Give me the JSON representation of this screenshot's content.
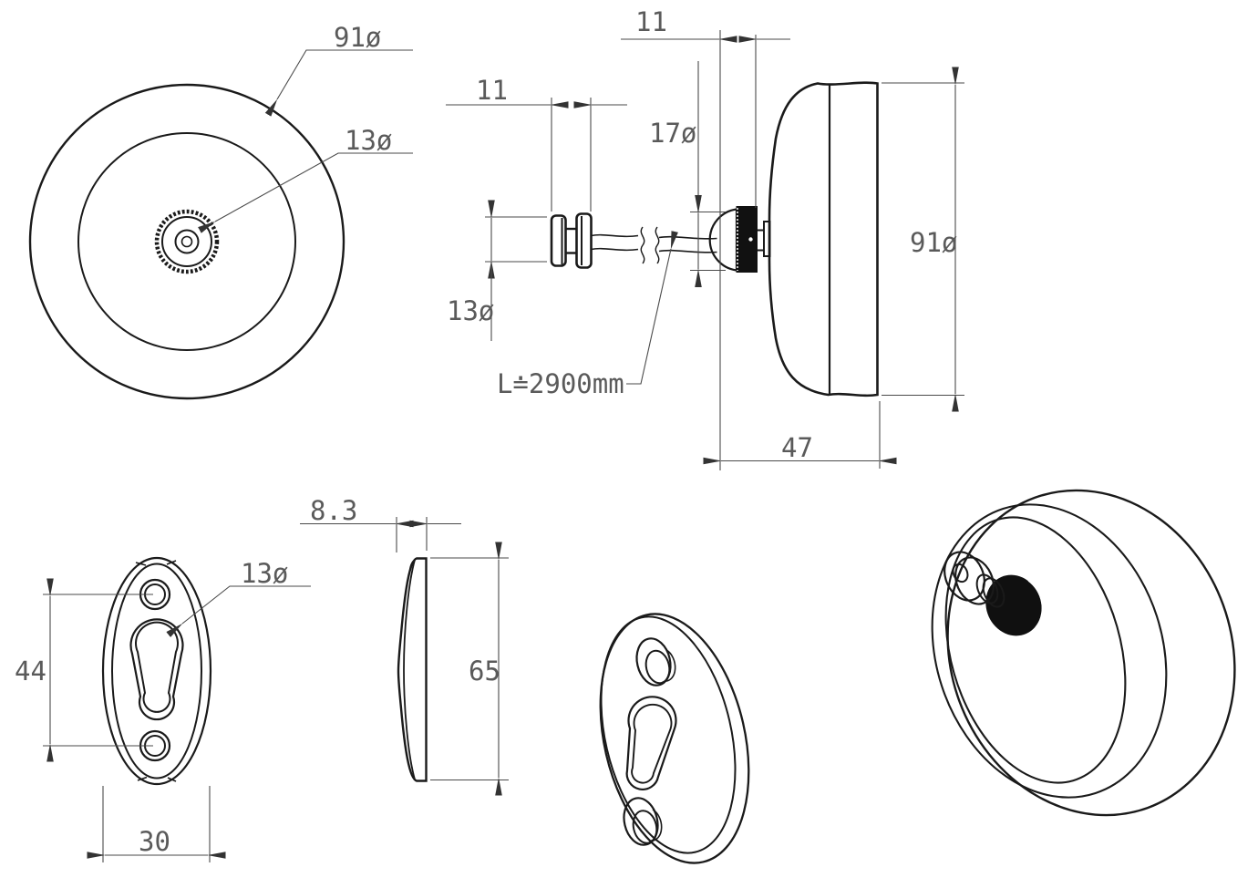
{
  "drawing": {
    "title": "retractable-clothesline-technical-drawing",
    "labels": {
      "front_outer_dia": "91ø",
      "front_hub_dia": "13ø",
      "stopper_width": "11",
      "stopper_dia": "13ø",
      "line_length": "L≐2900mm",
      "knob_width": "11",
      "knob_dia": "17ø",
      "body_dia": "91ø",
      "body_depth": "47",
      "plate_hole_spacing": "44",
      "plate_width": "30",
      "plate_hole_dia": "13ø",
      "plate_thickness": "8.3",
      "plate_height": "65"
    },
    "colors": {
      "line": "#1a1a1a",
      "dim": "#4a4a4a",
      "text": "#5a5a5a",
      "background": "#ffffff"
    }
  }
}
